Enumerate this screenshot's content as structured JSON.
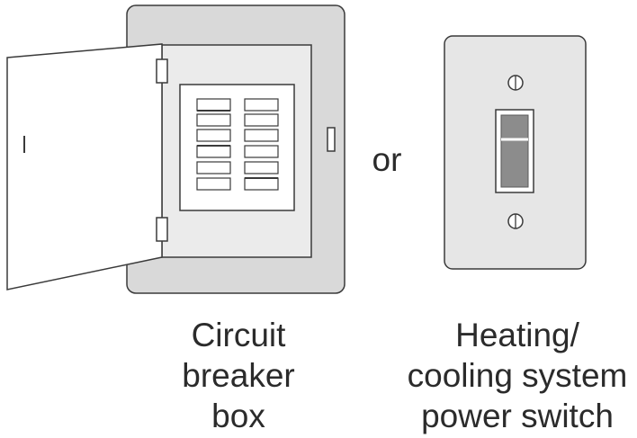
{
  "connector_text": "or",
  "breaker_box": {
    "caption_lines": [
      "Circuit",
      "breaker",
      "box"
    ]
  },
  "power_switch": {
    "caption_lines": [
      "Heating/",
      "cooling system",
      "power switch"
    ]
  },
  "colors": {
    "outline": "#3a3a3a",
    "panel_fill": "#d9d9d9",
    "interior_fill": "#ebebeb",
    "plate_fill": "#e6e6e6",
    "toggle_fill": "#8c8c8c",
    "text": "#2b2b2b"
  }
}
